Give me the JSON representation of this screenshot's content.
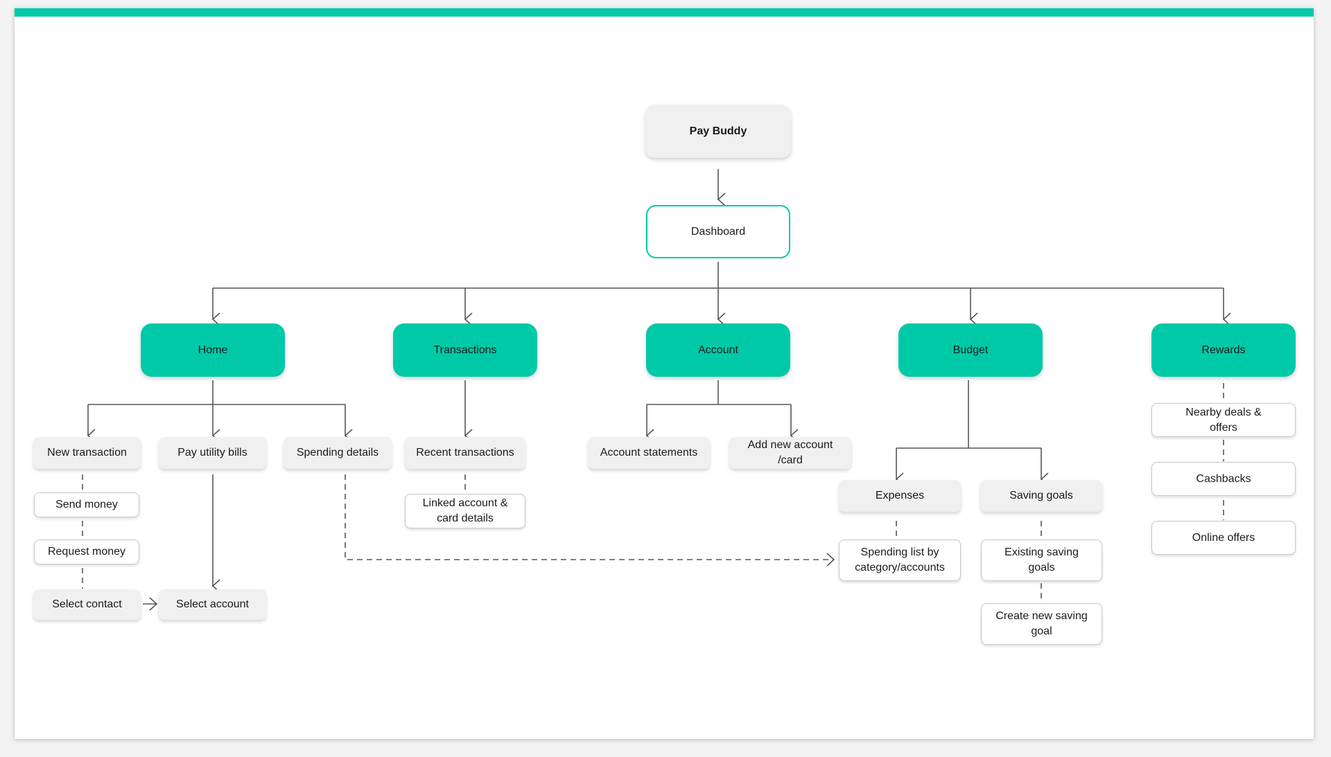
{
  "diagram": {
    "root": "Pay Buddy",
    "dashboard": "Dashboard",
    "categories": [
      "Home",
      "Transactions",
      "Account",
      "Budget",
      "Rewards"
    ],
    "home": {
      "new_transaction": "New transaction",
      "pay_utility_bills": "Pay utility bills",
      "spending_details": "Spending details",
      "send_money": "Send money",
      "request_money": "Request money",
      "select_contact": "Select contact",
      "select_account": "Select account"
    },
    "transactions": {
      "recent_transactions": "Recent transactions",
      "linked_account": "Linked account & card details"
    },
    "account": {
      "account_statements": "Account statements",
      "add_new_account": "Add new account /card"
    },
    "budget": {
      "expenses": "Expenses",
      "saving_goals": "Saving goals",
      "spending_list": "Spending list by category/accounts",
      "existing_saving_goals": "Existing saving goals",
      "create_new_saving_goal": "Create new saving goal"
    },
    "rewards": {
      "nearby_deals": "Nearby deals & offers",
      "cashbacks": "Cashbacks",
      "online_offers": "Online offers"
    }
  },
  "colors": {
    "accent": "#00c9a7",
    "connector": "#555555",
    "node_gray": "#f0f0f0"
  }
}
